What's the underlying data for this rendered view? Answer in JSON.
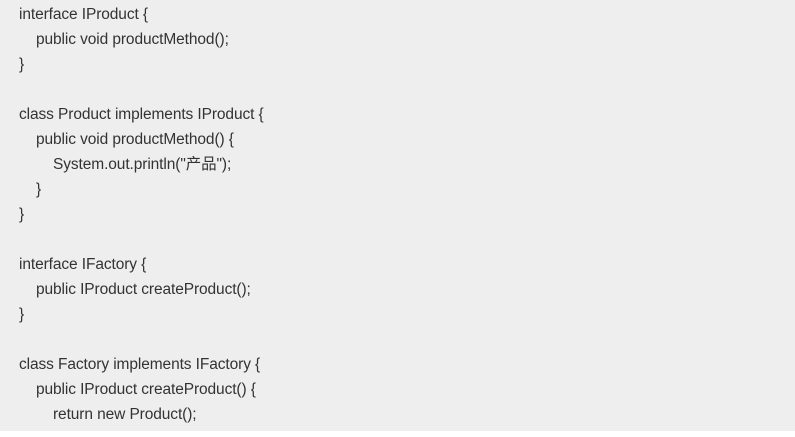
{
  "code": {
    "lines": [
      "interface IProduct {",
      "public void productMethod();",
      "}",
      "",
      "class Product implements IProduct {",
      "public void productMethod() {",
      "System.out.println(\"产品\");",
      "}",
      "}",
      "",
      "interface IFactory {",
      "public IProduct createProduct();",
      "}",
      "",
      "class Factory implements IFactory {",
      "public IProduct createProduct() {",
      "return new Product();"
    ]
  }
}
